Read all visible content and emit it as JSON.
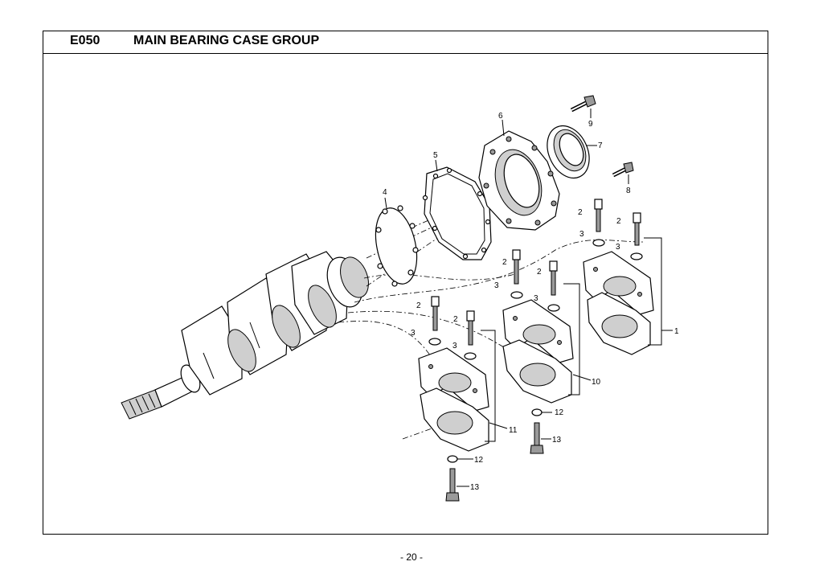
{
  "header": {
    "group_code": "E050",
    "group_title": "MAIN BEARING CASE GROUP"
  },
  "callouts": {
    "c1": "1",
    "c2a": "2",
    "c2b": "2",
    "c2c": "2",
    "c2d": "2",
    "c2e": "2",
    "c2f": "2",
    "c3a": "3",
    "c3b": "3",
    "c3c": "3",
    "c3d": "3",
    "c3e": "3",
    "c3f": "3",
    "c4": "4",
    "c5": "5",
    "c6": "6",
    "c7": "7",
    "c8": "8",
    "c9": "9",
    "c10": "10",
    "c11": "11",
    "c12a": "12",
    "c12b": "12",
    "c13a": "13",
    "c13b": "13"
  },
  "footer": {
    "page_number": "- 20 -"
  }
}
